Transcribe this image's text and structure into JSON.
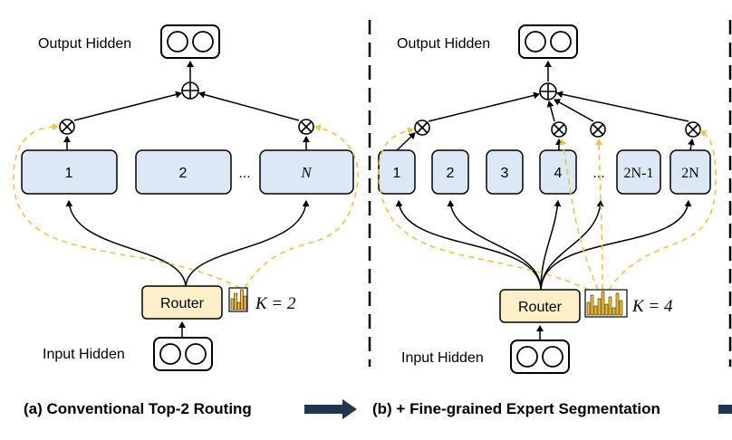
{
  "panel_a": {
    "output_label": "Output Hidden",
    "input_label": "Input Hidden",
    "router_label": "Router",
    "k_label": "K = 2",
    "experts": [
      "1",
      "2",
      "N"
    ],
    "ellipsis": "...",
    "caption": "(a) Conventional Top-2 Routing"
  },
  "panel_b": {
    "output_label": "Output Hidden",
    "input_label": "Input Hidden",
    "router_label": "Router",
    "k_label": "K = 4",
    "experts": [
      "1",
      "2",
      "3",
      "4",
      "2N-1",
      "2N"
    ],
    "ellipsis": "...",
    "caption": "(b) + Fine-grained Expert Segmentation"
  },
  "colors": {
    "expert_fill": "#dce8f5",
    "router_fill": "#fdf0c9",
    "dashed_arrow": "#f0c24a",
    "histogram": "#f3c13a"
  }
}
